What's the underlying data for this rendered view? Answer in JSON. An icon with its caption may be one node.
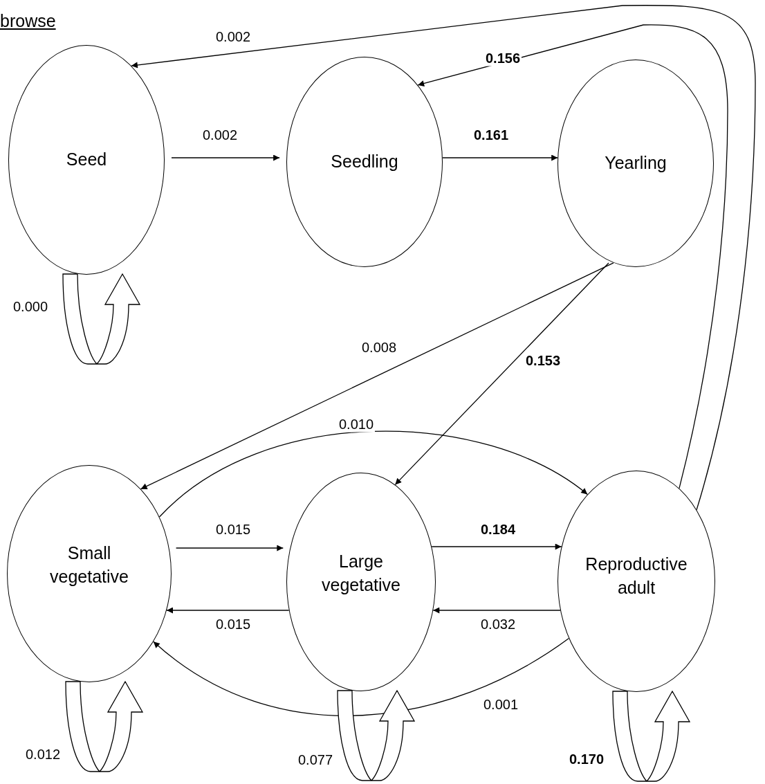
{
  "diagram": {
    "title": "browse",
    "nodes": [
      {
        "text": [
          "Seed"
        ]
      },
      {
        "text": [
          "Seedling"
        ]
      },
      {
        "text": [
          "Yearling"
        ]
      },
      {
        "text": [
          "Small vegetative"
        ]
      },
      {
        "text": [
          "Large vegetative"
        ]
      },
      {
        "text": [
          "Reproductive adult"
        ]
      }
    ],
    "edges": [
      {
        "from": 0,
        "to": 1,
        "arrow": "to",
        "label": "0.002"
      },
      {
        "from": 1,
        "to": 2,
        "arrow": "to",
        "label": "**0.161**"
      },
      {
        "from": 5,
        "to": 0,
        "arrow": "to",
        "label": "0.002"
      },
      {
        "from": 5,
        "to": 1,
        "arrow": "to",
        "label": "**0.156**"
      },
      {
        "from": 0,
        "to": 0,
        "arrow": "to",
        "label": "0.000"
      },
      {
        "from": 2,
        "to": 3,
        "arrow": "to",
        "label": "0.008"
      },
      {
        "from": 2,
        "to": 4,
        "arrow": "to",
        "label": "**0.153**"
      },
      {
        "from": 3,
        "to": 5,
        "arrow": "to",
        "label": "0.010"
      },
      {
        "from": 3,
        "to": 4,
        "arrow": "to",
        "label": "0.015"
      },
      {
        "from": 4,
        "to": 3,
        "arrow": "to",
        "label": "0.015"
      },
      {
        "from": 4,
        "to": 5,
        "arrow": "to",
        "label": "**0.184**"
      },
      {
        "from": 5,
        "to": 4,
        "arrow": "to",
        "label": "0.032"
      },
      {
        "from": 5,
        "to": 3,
        "arrow": "to",
        "label": "0.001"
      },
      {
        "from": 3,
        "to": 3,
        "arrow": "to",
        "label": "0.012"
      },
      {
        "from": 4,
        "to": 4,
        "arrow": "to",
        "label": "0.077"
      },
      {
        "from": 5,
        "to": 5,
        "arrow": "to",
        "label": "**0.170**"
      }
    ]
  }
}
